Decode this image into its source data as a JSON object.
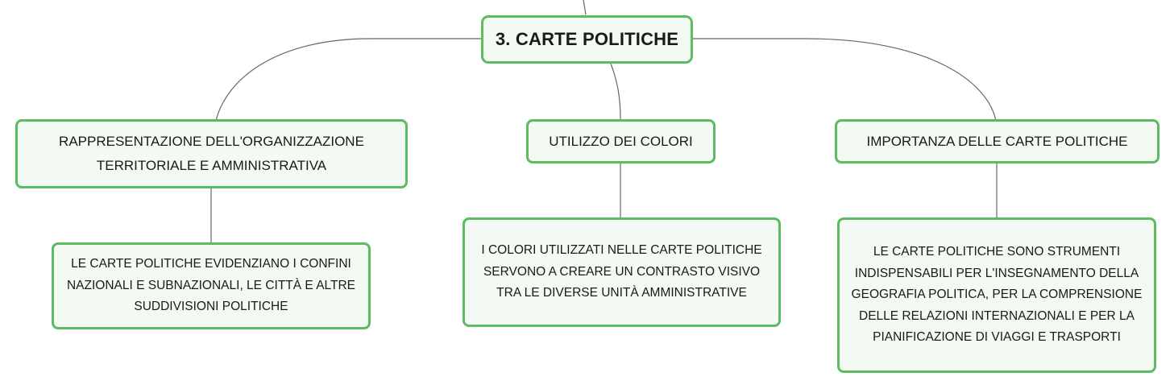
{
  "root": {
    "label": "3. CARTE POLITICHE"
  },
  "branches": [
    {
      "label": "RAPPRESENTAZIONE DELL'ORGANIZZAZIONE TERRITORIALE E AMMINISTRATIVA",
      "detail": "LE CARTE POLITICHE EVIDENZIANO I CONFINI NAZIONALI E SUBNAZIONALI, LE CITTÀ E ALTRE SUDDIVISIONI POLITICHE"
    },
    {
      "label": "UTILIZZO DEI COLORI",
      "detail": "I COLORI UTILIZZATI NELLE CARTE POLITICHE SERVONO A CREARE UN CONTRASTO VISIVO TRA LE DIVERSE UNITÀ AMMINISTRATIVE"
    },
    {
      "label": "IMPORTANZA DELLE CARTE POLITICHE",
      "detail": "LE CARTE POLITICHE SONO STRUMENTI INDISPENSABILI PER L'INSEGNAMENTO DELLA GEOGRAFIA POLITICA, PER LA COMPRENSIONE DELLE RELAZIONI INTERNAZIONALI E PER LA PIANIFICAZIONE DI VIAGGI E TRASPORTI"
    }
  ],
  "colors": {
    "border": "#5dbb63",
    "fill": "#f3f9f3",
    "connector": "#666666"
  }
}
